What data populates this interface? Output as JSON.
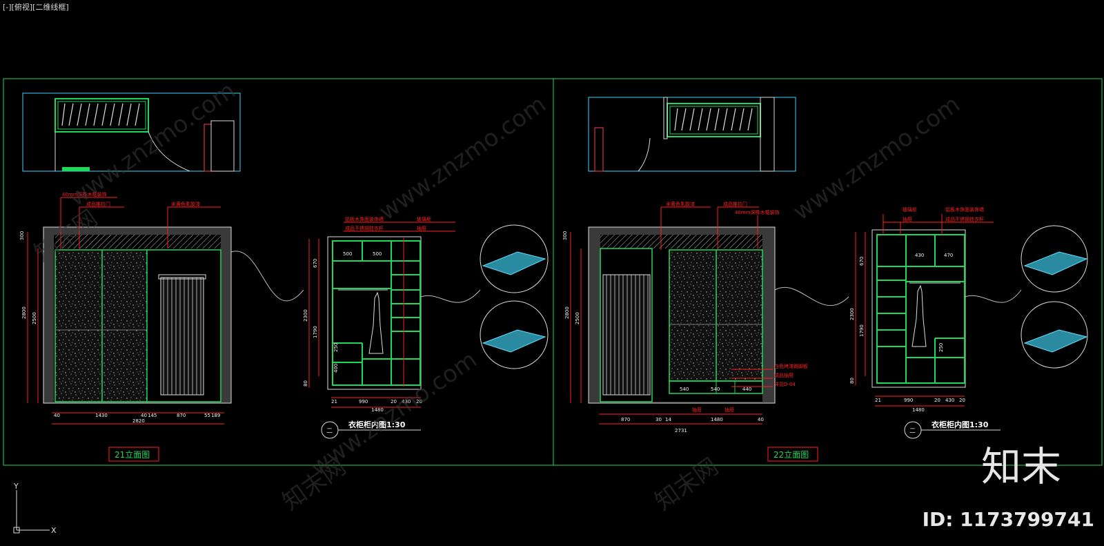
{
  "viewport": {
    "label": "[-][俯视][二维线框]"
  },
  "left_panel": {
    "elevation_title": "21立面图",
    "detail_title": "衣柜柜内图1:30",
    "section_mark": "二",
    "notes": [
      "40mm深橡木框装饰",
      "成品推拉门",
      "米黄色乳胶漆"
    ],
    "interior_notes": [
      "铝板木饰面装饰墙",
      "成品不锈钢挂衣杆",
      "玻璃柜",
      "抽屉"
    ],
    "height_dims": [
      "300",
      "2500",
      "2800"
    ],
    "width_dims": [
      "40",
      "1430",
      "40",
      "145",
      "870",
      "55",
      "189"
    ],
    "total_width": "2820",
    "interior_height_dims": [
      "670",
      "1790",
      "2300",
      "80"
    ],
    "interior_shelf_dims": [
      "500",
      "500",
      "250",
      "400"
    ],
    "interior_width_dims": [
      "21",
      "990",
      "20",
      "430",
      "20"
    ],
    "interior_total_width": "1480"
  },
  "right_panel": {
    "elevation_title": "22立面图",
    "detail_title": "衣柜柜内图1:30",
    "section_mark": "二",
    "notes": [
      "米黄色乳胶漆",
      "成品推拉门",
      "40mm深橡木框装饰",
      "白色烤漆踢脚板",
      "成品抽屉",
      "详见D-04"
    ],
    "bottom_notes": [
      "抽屉",
      "抽屉"
    ],
    "height_dims": [
      "300",
      "2500",
      "2800"
    ],
    "width_dims": [
      "870",
      "30",
      "14",
      "1480",
      "40"
    ],
    "total_width": "2731",
    "drawer_dims": [
      "540",
      "540",
      "440"
    ],
    "interior_notes": [
      "玻璃柜",
      "抽屉",
      "铝板木饰面装饰墙",
      "成品不锈钢挂衣杆"
    ],
    "interior_height_dims": [
      "670",
      "1790",
      "2300",
      "80"
    ],
    "interior_shelf_dims": [
      "430",
      "470",
      "250"
    ],
    "interior_width_dims": [
      "21",
      "990",
      "20",
      "430",
      "20"
    ],
    "interior_total_width": "1480"
  },
  "watermark": {
    "site": "www.znzmo.com",
    "brand": "知末网",
    "logo": "知末",
    "id": "ID: 1173799741"
  },
  "ucs": {
    "y": "Y",
    "x": "X"
  },
  "colors": {
    "frame": "#1fd85a",
    "leader": "#ff2020",
    "outline": "#c8c8c8",
    "cyan": "#3fd3ff"
  }
}
